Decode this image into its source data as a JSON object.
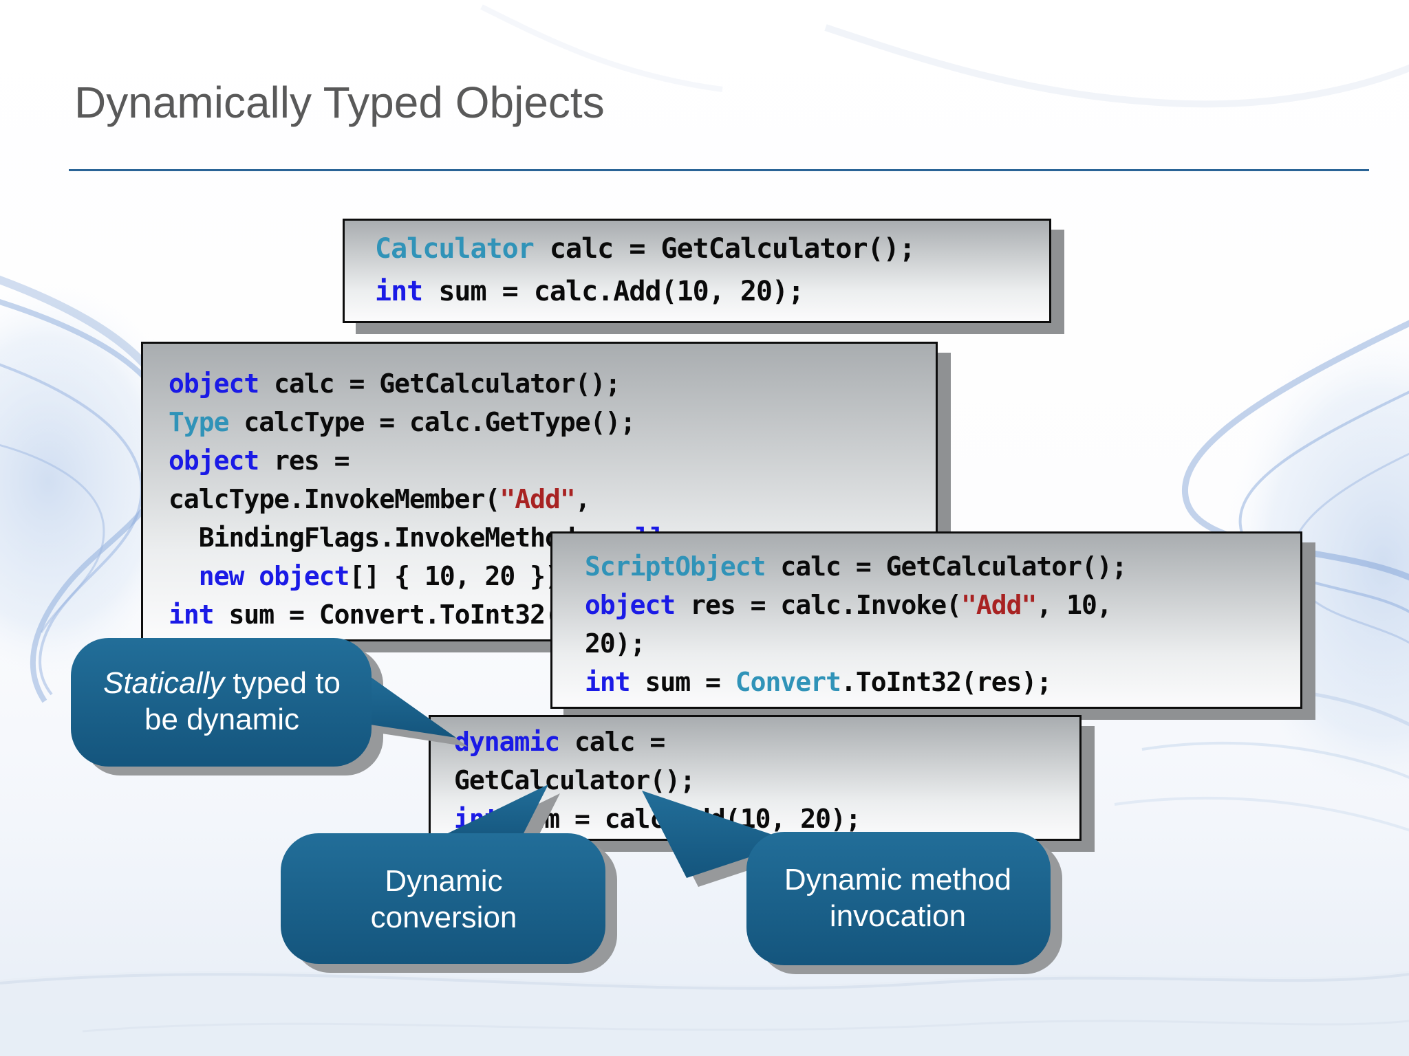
{
  "slide": {
    "title": "Dynamically Typed Objects"
  },
  "colors": {
    "title_gray": "#595959",
    "rule_blue": "#2a6496",
    "keyword_blue": "#1a1ae6",
    "type_teal": "#3093b8",
    "string_red": "#a82222",
    "code_black": "#0a0a0a",
    "callout_fill": "#1a5f8a",
    "box_shadow_gray": "#8f9193",
    "background_swirl_blue": "#7fa3d8"
  },
  "code_boxes": [
    {
      "name": "calculator-sample",
      "lines": [
        [
          {
            "t": "Calculator",
            "c": "type"
          },
          {
            "t": " calc = GetCalculator();",
            "c": "plain"
          }
        ],
        [
          {
            "t": "int",
            "c": "kw"
          },
          {
            "t": " sum = calc.Add(10, 20);",
            "c": "plain"
          }
        ]
      ]
    },
    {
      "name": "reflection-sample",
      "lines": [
        [
          {
            "t": "object",
            "c": "kw"
          },
          {
            "t": " calc = GetCalculator();",
            "c": "plain"
          }
        ],
        [
          {
            "t": "Type",
            "c": "type"
          },
          {
            "t": " calcType = calc.GetType();",
            "c": "plain"
          }
        ],
        [
          {
            "t": "object",
            "c": "kw"
          },
          {
            "t": " res =",
            "c": "plain"
          }
        ],
        [
          {
            "t": "calcType.InvokeMember(",
            "c": "plain"
          },
          {
            "t": "\"Add\"",
            "c": "str"
          },
          {
            "t": ",",
            "c": "plain"
          }
        ],
        [
          {
            "t": "  BindingFlags.InvokeMethod, ",
            "c": "plain"
          },
          {
            "t": "null",
            "c": "kw"
          },
          {
            "t": ",",
            "c": "plain"
          }
        ],
        [
          {
            "t": "  ",
            "c": "plain"
          },
          {
            "t": "new object",
            "c": "kw"
          },
          {
            "t": "[] { 10, 20 });",
            "c": "plain"
          }
        ],
        [
          {
            "t": "int",
            "c": "kw"
          },
          {
            "t": " sum = Convert.ToInt32(res);",
            "c": "plain"
          }
        ]
      ]
    },
    {
      "name": "scriptobject-sample",
      "lines": [
        [
          {
            "t": "ScriptObject",
            "c": "type"
          },
          {
            "t": " calc = GetCalculator();",
            "c": "plain"
          }
        ],
        [
          {
            "t": "object",
            "c": "kw"
          },
          {
            "t": " res = calc.Invoke(",
            "c": "plain"
          },
          {
            "t": "\"Add\"",
            "c": "str"
          },
          {
            "t": ", 10,",
            "c": "plain"
          }
        ],
        [
          {
            "t": "20);",
            "c": "plain"
          }
        ],
        [
          {
            "t": "int",
            "c": "kw"
          },
          {
            "t": " sum = ",
            "c": "plain"
          },
          {
            "t": "Convert",
            "c": "type"
          },
          {
            "t": ".ToInt32(res);",
            "c": "plain"
          }
        ]
      ]
    },
    {
      "name": "dynamic-sample",
      "lines": [
        [
          {
            "t": "dynamic",
            "c": "kw"
          },
          {
            "t": " calc =",
            "c": "plain"
          }
        ],
        [
          {
            "t": "GetCalculator();",
            "c": "plain"
          }
        ],
        [
          {
            "t": "int",
            "c": "kw"
          },
          {
            "t": " sum = calc.Add(10, 20);",
            "c": "plain"
          }
        ]
      ]
    }
  ],
  "callouts": [
    {
      "parts": [
        {
          "t": "Statically",
          "em": true
        },
        {
          "t": " typed to be dynamic",
          "em": false
        }
      ]
    },
    {
      "parts": [
        {
          "t": "Dynamic conversion",
          "em": false
        }
      ]
    },
    {
      "parts": [
        {
          "t": "Dynamic method invocation",
          "em": false
        }
      ]
    }
  ]
}
